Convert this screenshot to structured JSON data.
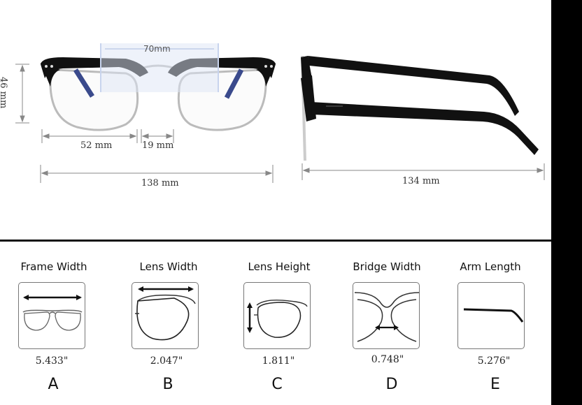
{
  "top_dimensions": {
    "inner_width": "70mm",
    "lens_height": "46 mm",
    "lens_width": "52 mm",
    "bridge": "19 mm",
    "frame_width": "138 mm",
    "arm_length": "134 mm"
  },
  "cards": [
    {
      "title": "Frame Width",
      "value": "5.433\"",
      "letter": "A"
    },
    {
      "title": "Lens Width",
      "value": "2.047\"",
      "letter": "B"
    },
    {
      "title": "Lens Height",
      "value": "1.811\"",
      "letter": "C"
    },
    {
      "title": "Bridge Width",
      "value": "0.748\"",
      "letter": "D"
    },
    {
      "title": "Arm Length",
      "value": "5.276\"",
      "letter": "E"
    }
  ]
}
